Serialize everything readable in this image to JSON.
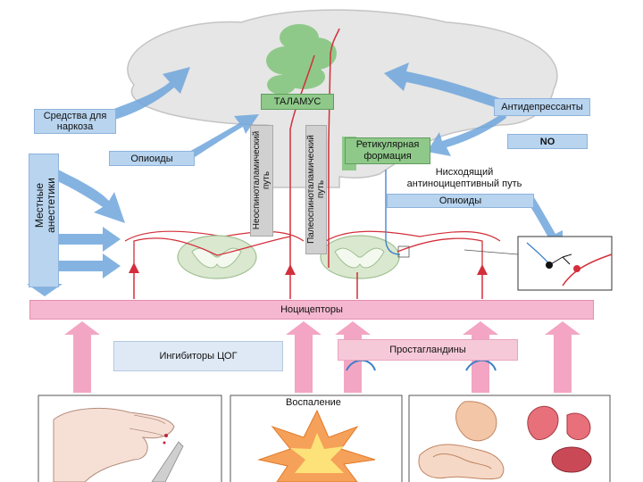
{
  "labels": {
    "thalamus": "ТАЛАМУС",
    "antidepressants": "Антидепрессанты",
    "anesthesia_drugs": "Средства для наркоза",
    "no": "NO",
    "opioids_left": "Опиоиды",
    "reticular_formation": "Ретикулярная формация",
    "descending_pathway": "Нисходящий антиноцицептивный путь",
    "opioids_right": "Опиоиды",
    "local_anesthetics": "Местные анестетики",
    "neospinothalamic": "Неоспиноталамический путь",
    "paleospinothalamic": "Палеоспиноталамический путь",
    "nociceptors": "Ноцицепторы",
    "cox_inhibitors": "Ингибиторы ЦОГ",
    "prostaglandins": "Простагландины",
    "inflammation": "Воспаление"
  },
  "colors": {
    "brain": "#e6e6e6",
    "thalamus_green": "#8fc98a",
    "blue_arrow": "#6fa6dc",
    "pink_arrow": "#f29cbd",
    "pathway_red": "#d32f3a",
    "spinal_green": "#d9e8cf"
  },
  "icons": {
    "hand": "hand-illustration",
    "burst": "inflammation-burst-illustration",
    "organs": "internal-organs-illustration"
  }
}
